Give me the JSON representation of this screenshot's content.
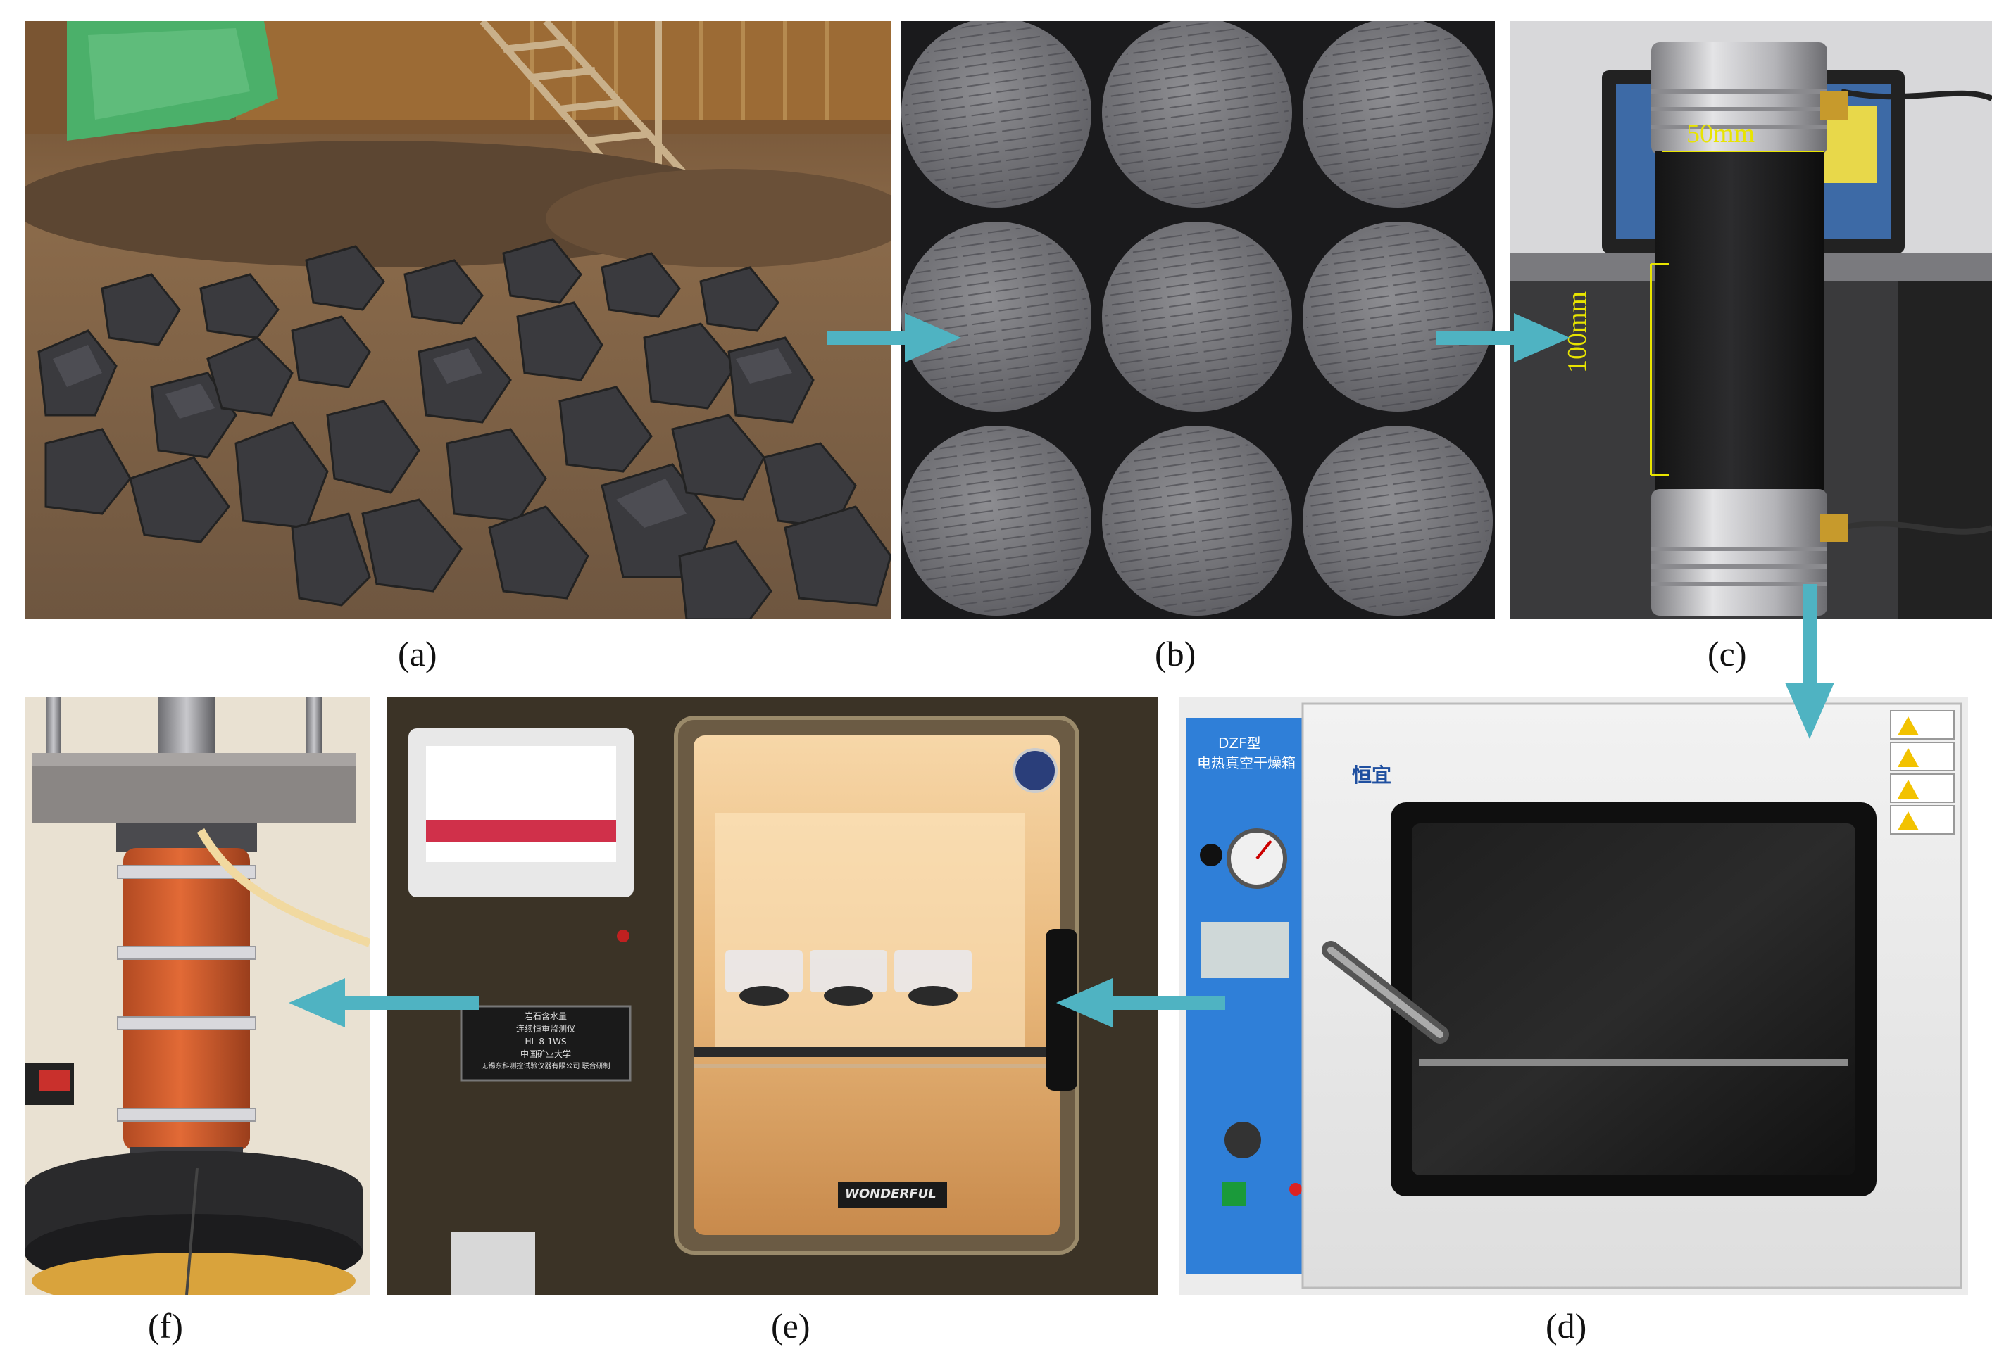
{
  "captions": {
    "a": "(a)",
    "b": "(b)",
    "c": "(c)",
    "d": "(d)",
    "e": "(e)",
    "f": "(f)"
  },
  "panel_c": {
    "width_label": "50mm",
    "height_label": "100mm"
  },
  "panel_d": {
    "panel_title": "DZF型",
    "panel_subtitle": "电热真空干燥箱",
    "brand": "恒宜"
  },
  "panel_e": {
    "plate_lines": [
      "岩石含水量",
      "连续恒重监测仪",
      "HL-8-1WS",
      "中国矿业大学",
      "无锡东科测控试验仪器有限公司 联合研制"
    ],
    "door_brand": "WONDERFUL"
  },
  "colors": {
    "arrow": "#4fb3c2",
    "caption": "#111111",
    "label_yellow": "#e8e400"
  }
}
